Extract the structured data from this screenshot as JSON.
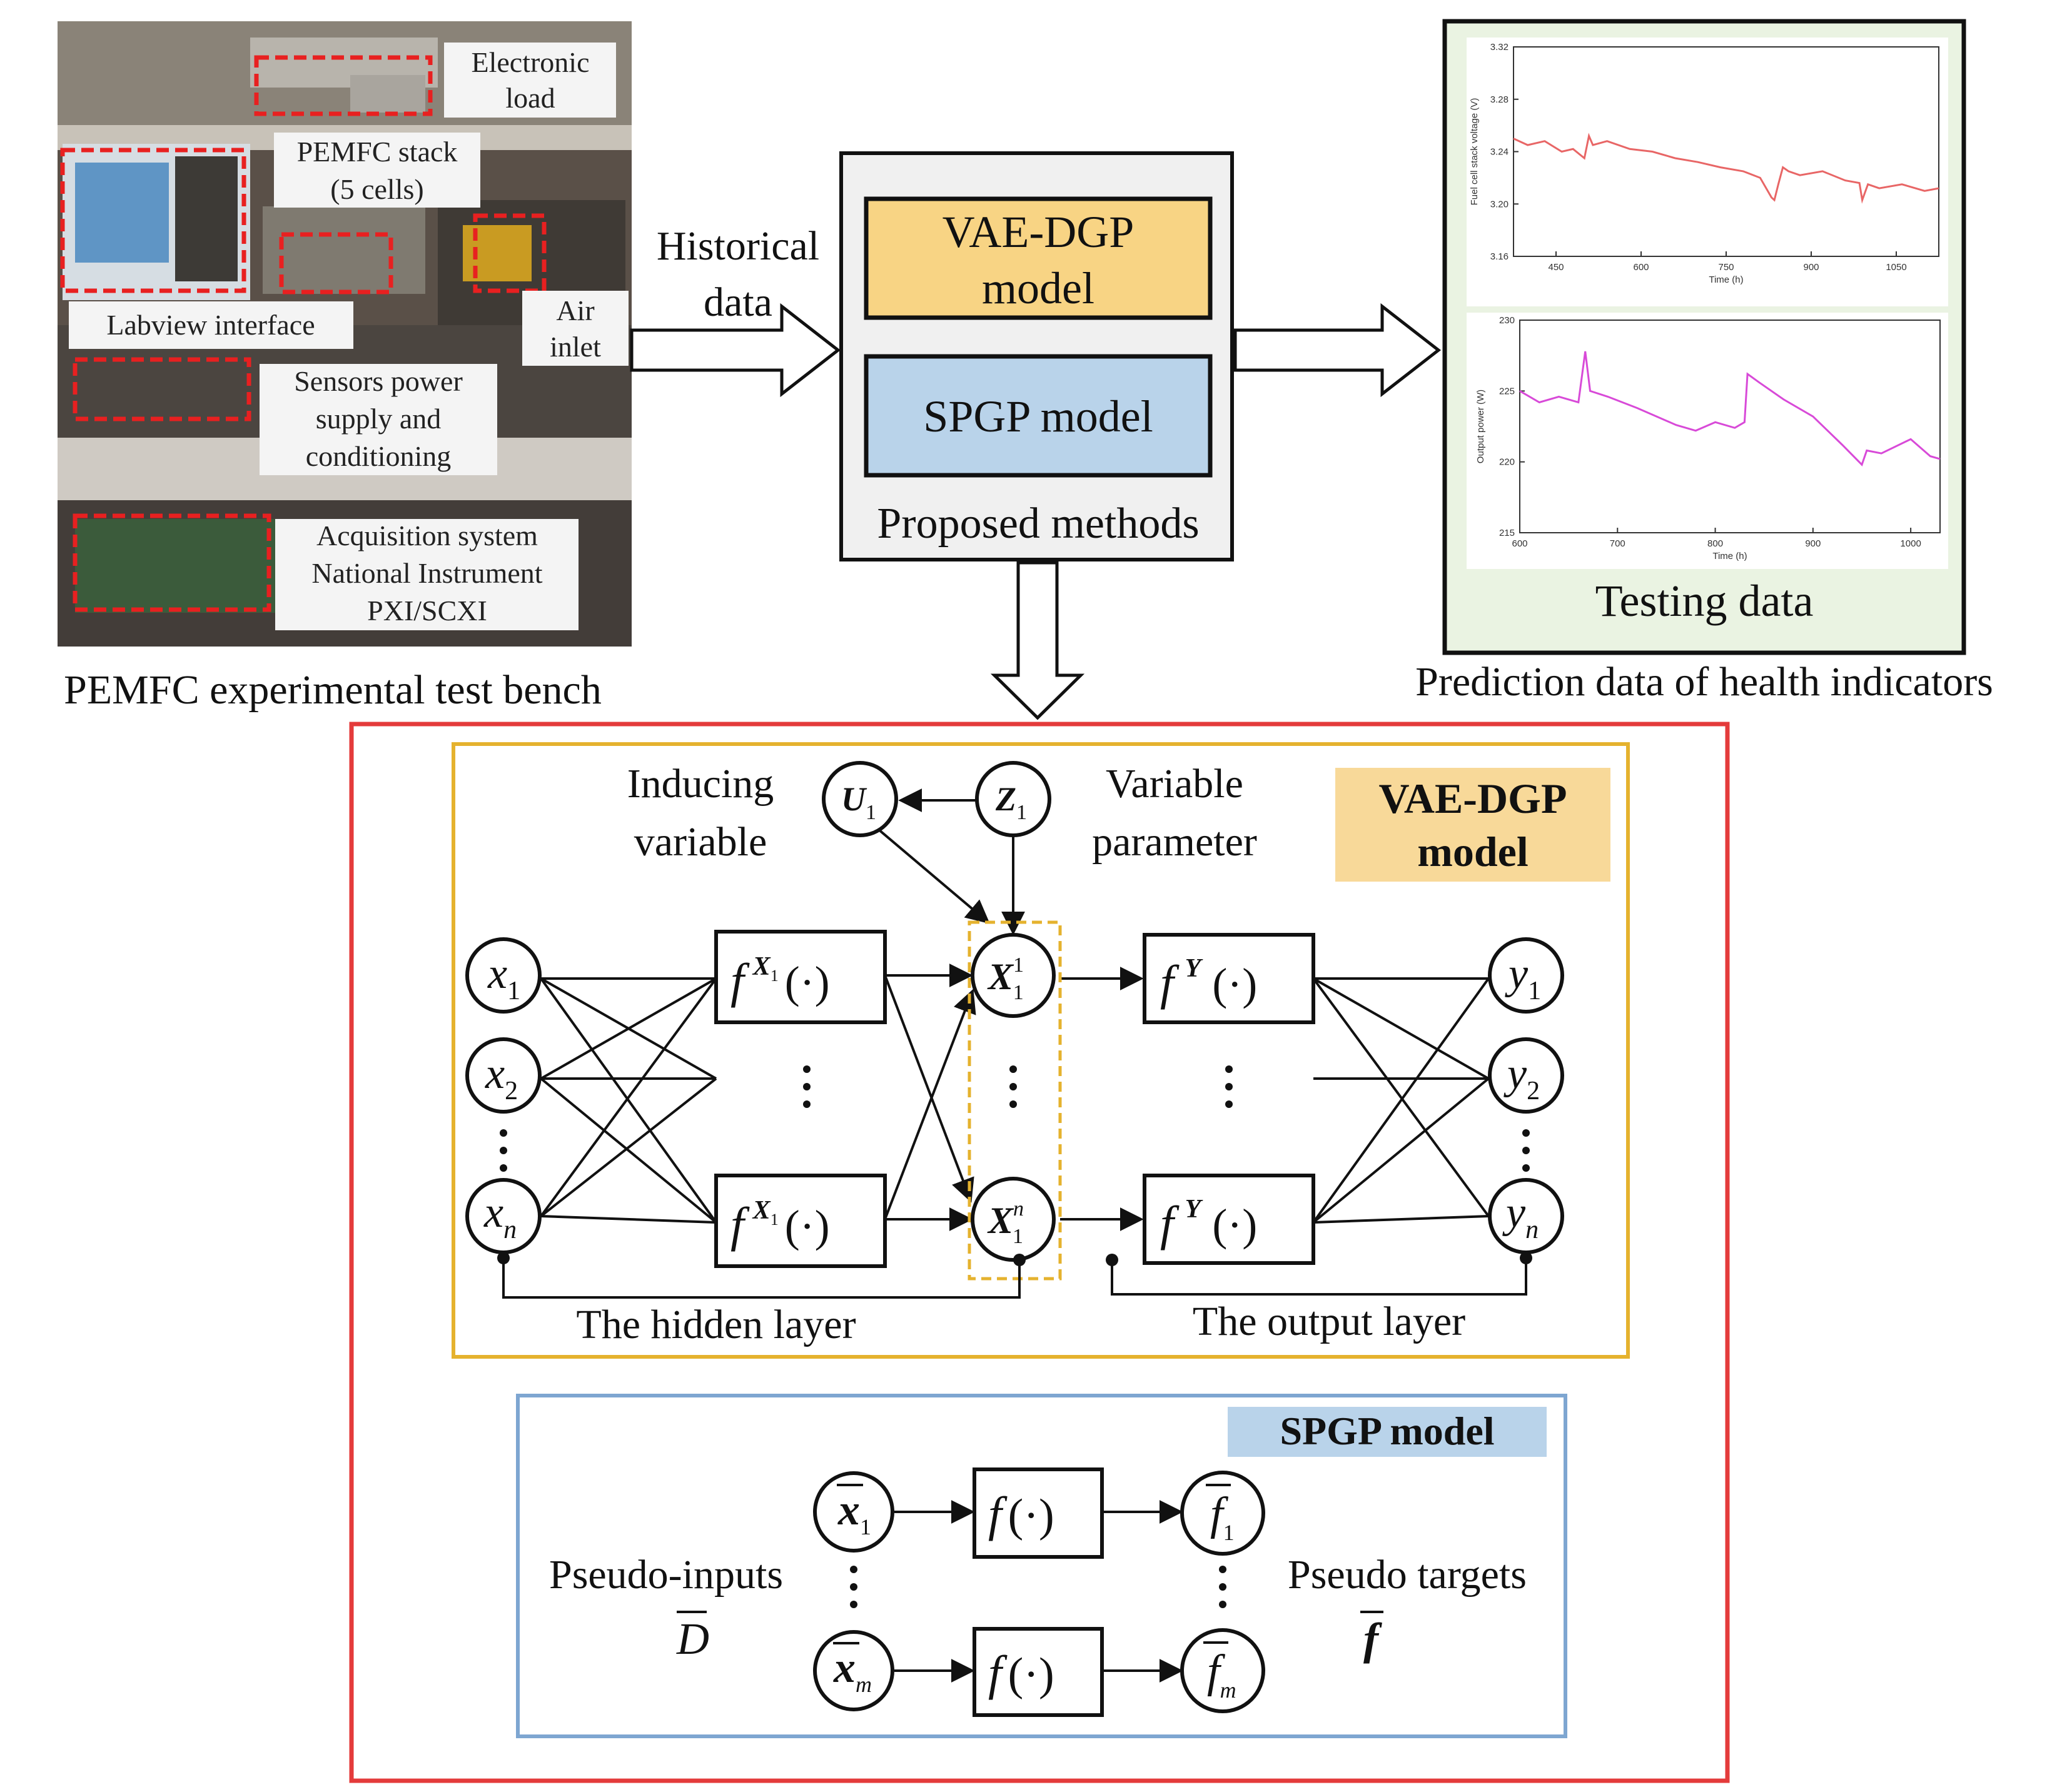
{
  "photo": {
    "labels": {
      "electronic_load_1": "Electronic",
      "electronic_load_2": "load",
      "pemfc_stack_1": "PEMFC stack",
      "pemfc_stack_2": "(5 cells)",
      "labview": "Labview interface",
      "air_1": "Air",
      "air_2": "inlet",
      "sensors_1": "Sensors power",
      "sensors_2": "supply and",
      "sensors_3": "conditioning",
      "acq_1": "Acquisition system",
      "acq_2": "National Instrument",
      "acq_3": "PXI/SCXI"
    },
    "caption": "PEMFC experimental test bench"
  },
  "flow": {
    "historical_1": "Historical",
    "historical_2": "data"
  },
  "methods": {
    "vae_1": "VAE-DGP",
    "vae_2": "model",
    "spgp": "SPGP model",
    "caption": "Proposed methods",
    "vae_color": "#f8d484",
    "spgp_color": "#b9d3ea"
  },
  "testing": {
    "caption": "Testing data",
    "outer_caption": "Prediction data of health indicators",
    "bg_color": "#eaf3e2"
  },
  "chart_data": [
    {
      "type": "line",
      "series_color": "#e86666",
      "ylabel": "Fuel cell stack voltage (V)",
      "xlabel": "Time (h)",
      "xticks": [
        "450",
        "600",
        "750",
        "900",
        "1050"
      ],
      "yticks": [
        "3.16",
        "3.20",
        "3.24",
        "3.28",
        "3.32"
      ],
      "xlim": [
        375,
        1125
      ],
      "ylim": [
        3.16,
        3.32
      ],
      "x": [
        375,
        400,
        430,
        460,
        480,
        500,
        508,
        515,
        540,
        580,
        620,
        660,
        700,
        740,
        780,
        810,
        830,
        835,
        842,
        850,
        860,
        880,
        920,
        960,
        985,
        990,
        1000,
        1020,
        1060,
        1100,
        1125
      ],
      "y": [
        3.25,
        3.245,
        3.248,
        3.24,
        3.242,
        3.235,
        3.252,
        3.245,
        3.248,
        3.242,
        3.24,
        3.235,
        3.232,
        3.228,
        3.225,
        3.22,
        3.205,
        3.203,
        3.215,
        3.228,
        3.225,
        3.222,
        3.225,
        3.218,
        3.216,
        3.203,
        3.215,
        3.212,
        3.215,
        3.21,
        3.212
      ]
    },
    {
      "type": "line",
      "series_color": "#d84ad8",
      "ylabel": "Output power (W)",
      "xlabel": "Time (h)",
      "xticks": [
        "600",
        "700",
        "800",
        "900",
        "1000"
      ],
      "yticks": [
        "215",
        "220",
        "225",
        "230"
      ],
      "xlim": [
        600,
        1030
      ],
      "ylim": [
        215,
        230
      ],
      "x": [
        600,
        620,
        640,
        660,
        667,
        672,
        690,
        720,
        740,
        760,
        780,
        800,
        820,
        830,
        833,
        845,
        870,
        900,
        930,
        950,
        955,
        970,
        1000,
        1020,
        1030
      ],
      "y": [
        225,
        224.2,
        224.6,
        224.2,
        227.8,
        225,
        224.6,
        223.8,
        223.2,
        222.6,
        222.2,
        222.8,
        222.4,
        222.8,
        226.2,
        225.6,
        224.4,
        223.2,
        221.2,
        219.8,
        220.8,
        220.6,
        221.6,
        220.4,
        220.2
      ]
    }
  ],
  "vae_dgp": {
    "title_1": "VAE-DGP",
    "title_2": "model",
    "inducing_1": "Inducing",
    "inducing_2": "variable",
    "variable_1": "Variable",
    "variable_2": "parameter",
    "hidden_layer": "The  hidden layer",
    "output_layer": "The output layer",
    "title_bg": "#f8d999",
    "border_color": "#e5b22e"
  },
  "spgp_detail": {
    "title": "SPGP model",
    "pseudo_inputs": "Pseudo-inputs",
    "pseudo_targets": "Pseudo targets",
    "title_bg": "#b9d3ea",
    "border_color": "#7ea6d1"
  },
  "outer_border_color": "#e43b3b"
}
